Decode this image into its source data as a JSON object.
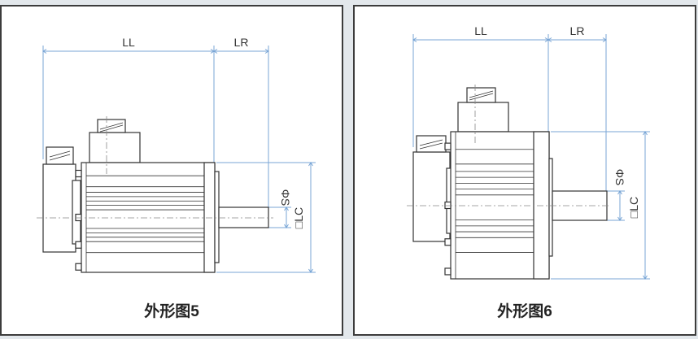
{
  "figures": [
    {
      "caption": "外形图5",
      "dims": {
        "ll": "LL",
        "lr": "LR",
        "s": "ΦS",
        "lc": "□LC"
      }
    },
    {
      "caption": "外形图6",
      "dims": {
        "ll": "LL",
        "lr": "LR",
        "s": "ΦS",
        "lc": "□LC"
      }
    }
  ],
  "colors": {
    "dimension": "#7aa6d6",
    "outline": "#333333"
  }
}
